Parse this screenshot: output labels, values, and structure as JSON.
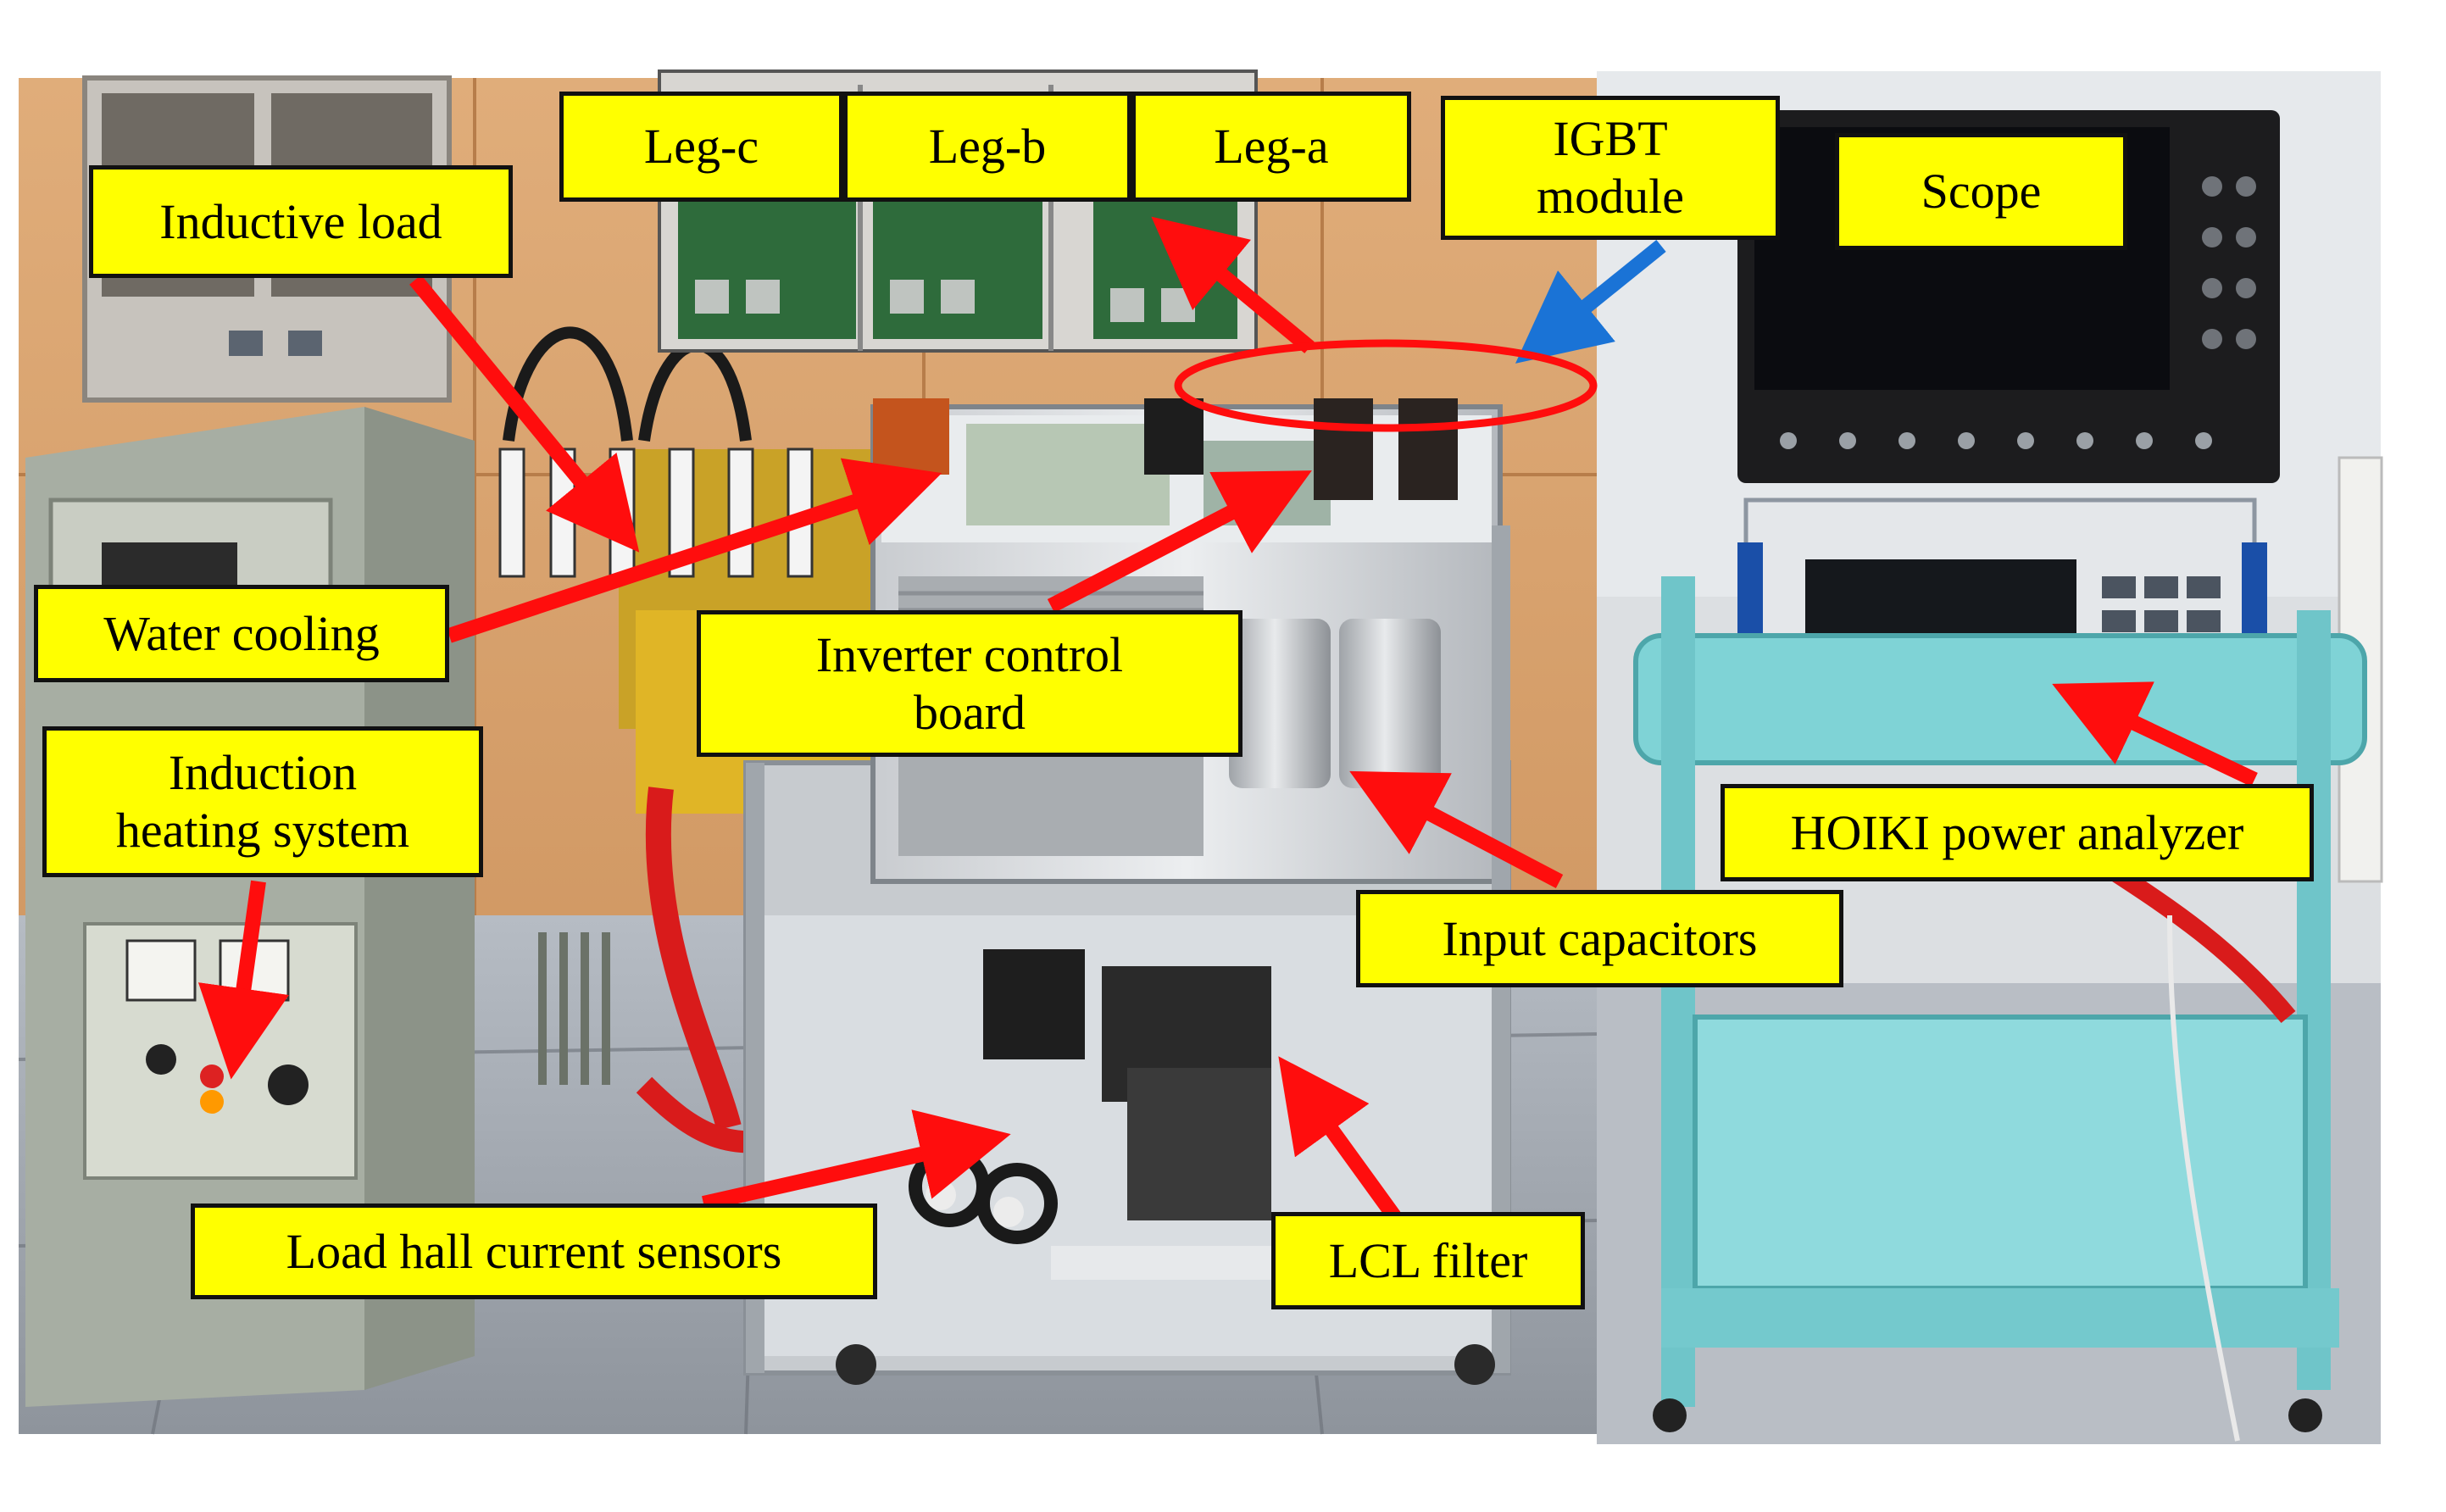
{
  "labels": {
    "leg_c": "Leg-c",
    "leg_b": "Leg-b",
    "leg_a": "Leg-a",
    "igbt_module": "IGBT\nmodule",
    "scope": "Scope",
    "inductive_load": "Inductive load",
    "water_cooling": "Water cooling",
    "inverter_control_board": "Inverter control\nboard",
    "induction_heating_system": "Induction\nheating system",
    "hoiki_power_analyzer": "HOIKI power analyzer",
    "input_capacitors": "Input capacitors",
    "load_hall_current_sensors": "Load hall current sensors",
    "lcl_filter": "LCL filter"
  },
  "colors": {
    "label_fill": "#ffff00",
    "arrow_red": "#ff0d0d",
    "arrow_blue": "#1a73d6",
    "wall": "#d9a06a",
    "floor": "#9aa0a8",
    "cart": "#7fd3d6",
    "scope_body": "#1c1c1e"
  }
}
